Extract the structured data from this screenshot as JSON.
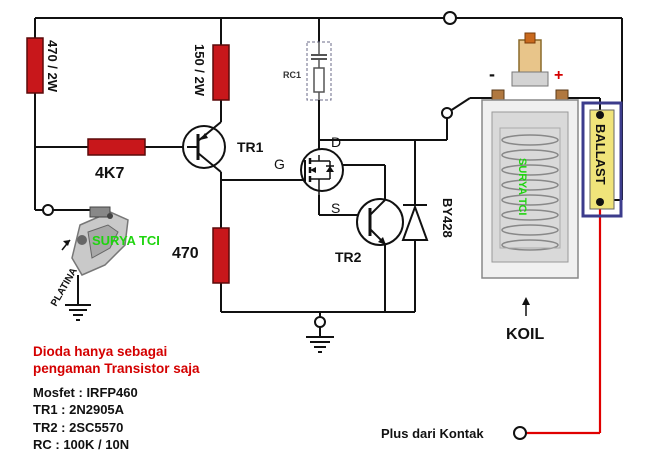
{
  "colors": {
    "wire": "#111111",
    "resistor": "#c8171b",
    "supply_wire": "#e00000",
    "note": "#d40000",
    "watermark": "#1fd40f",
    "ballast_frame": "#3c3c8c"
  },
  "labels": {
    "r_470_2w": "470 / 2W",
    "r_150_2w": "150 / 2W",
    "r_4k7": "4K7",
    "r_470": "470",
    "tr1": "TR1",
    "tr2": "TR2",
    "rc1": "RC1",
    "gate": "G",
    "drain": "D",
    "source": "S",
    "diode": "BY428",
    "platina": "PLATINA",
    "watermark": "SURYA TCI",
    "coil": "KOIL",
    "coil_watermark": "SURYA TCI",
    "minus": "-",
    "plus": "+",
    "ballast": "BALLAST",
    "supply": "Plus dari Kontak"
  },
  "note_lines": [
    "Dioda hanya sebagai",
    "pengaman Transistor saja"
  ],
  "parts": [
    "Mosfet : IRFP460",
    "TR1 : 2N2905A",
    "TR2 : 2SC5570",
    "RC : 100K / 10N"
  ],
  "icons": [
    "ground-icon",
    "pnp-transistor-icon",
    "npn-transistor-icon",
    "mosfet-icon",
    "diode-icon",
    "capacitor-icon",
    "ignition-coil-icon",
    "contact-breaker-icon",
    "ballast-resistor-icon"
  ]
}
